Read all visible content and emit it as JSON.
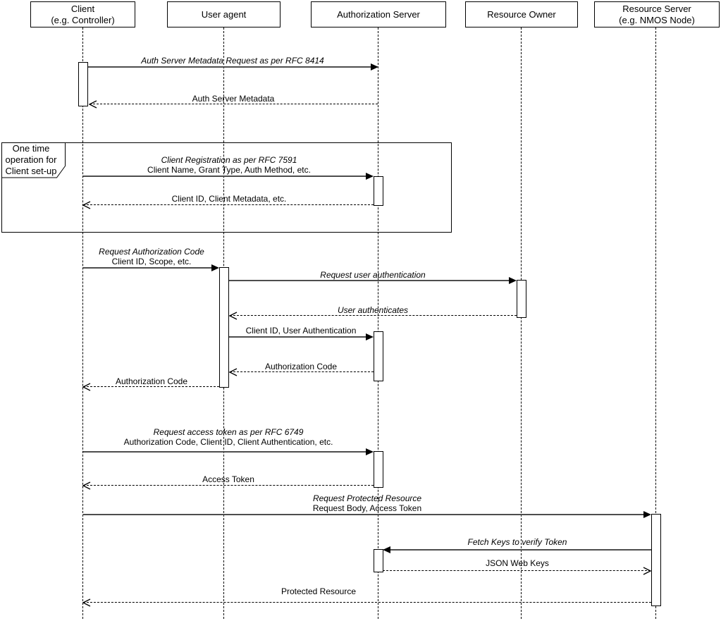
{
  "diagram": {
    "type": "uml-sequence",
    "colors": {
      "background": "#ffffff",
      "line": "#000000",
      "solid_arrow": "#4d4d4d"
    },
    "participants": [
      {
        "id": "client",
        "line1": "Client",
        "line2": "(e.g. Controller)"
      },
      {
        "id": "user-agent",
        "line1": "User agent",
        "line2": ""
      },
      {
        "id": "authorization-server",
        "line1": "Authorization Server",
        "line2": ""
      },
      {
        "id": "resource-owner",
        "line1": "Resource Owner",
        "line2": ""
      },
      {
        "id": "resource-server",
        "line1": "Resource Server",
        "line2": "(e.g. NMOS Node)"
      }
    ],
    "frame": {
      "label": "One time operation for Client set-up",
      "label_lines": [
        "One time",
        "operation for",
        "Client set-up"
      ]
    },
    "messages": [
      {
        "from": "Client",
        "to": "Authorization Server",
        "style": "solid",
        "title": "Auth Server Metadata Request as per RFC 8414"
      },
      {
        "from": "Authorization Server",
        "to": "Client",
        "style": "dashed",
        "title": "Auth Server Metadata"
      },
      {
        "from": "Client",
        "to": "Authorization Server",
        "style": "solid",
        "title": "Client Registration as per RFC 7591",
        "subtitle": "Client Name, Grant Type, Auth Method, etc."
      },
      {
        "from": "Authorization Server",
        "to": "Client",
        "style": "dashed",
        "title": "Client ID, Client Metadata, etc."
      },
      {
        "from": "Client",
        "to": "User agent",
        "style": "solid",
        "title": "Request Authorization Code",
        "subtitle": "Client ID, Scope, etc."
      },
      {
        "from": "User agent",
        "to": "Resource Owner",
        "style": "solid",
        "title": "Request user authentication"
      },
      {
        "from": "Resource Owner",
        "to": "User agent",
        "style": "dashed",
        "title": "User authenticates"
      },
      {
        "from": "User agent",
        "to": "Authorization Server",
        "style": "solid",
        "title": "Client ID, User Authentication"
      },
      {
        "from": "Authorization Server",
        "to": "User agent",
        "style": "dashed",
        "title": "Authorization Code"
      },
      {
        "from": "User agent",
        "to": "Client",
        "style": "dashed",
        "title": "Authorization Code"
      },
      {
        "from": "Client",
        "to": "Authorization Server",
        "style": "solid",
        "title": "Request access token as per RFC 6749",
        "subtitle": "Authorization Code, Client ID, Client Authentication, etc."
      },
      {
        "from": "Authorization Server",
        "to": "Client",
        "style": "dashed",
        "title": "Access Token"
      },
      {
        "from": "Client",
        "to": "Resource Server",
        "style": "solid",
        "title": "Request Protected Resource",
        "subtitle": "Request Body, Access Token"
      },
      {
        "from": "Resource Server",
        "to": "Authorization Server",
        "style": "solid",
        "title": "Fetch Keys to verify Token"
      },
      {
        "from": "Authorization Server",
        "to": "Resource Server",
        "style": "dashed",
        "title": "JSON Web Keys"
      },
      {
        "from": "Resource Server",
        "to": "Client",
        "style": "dashed",
        "title": "Protected Resource"
      }
    ]
  }
}
